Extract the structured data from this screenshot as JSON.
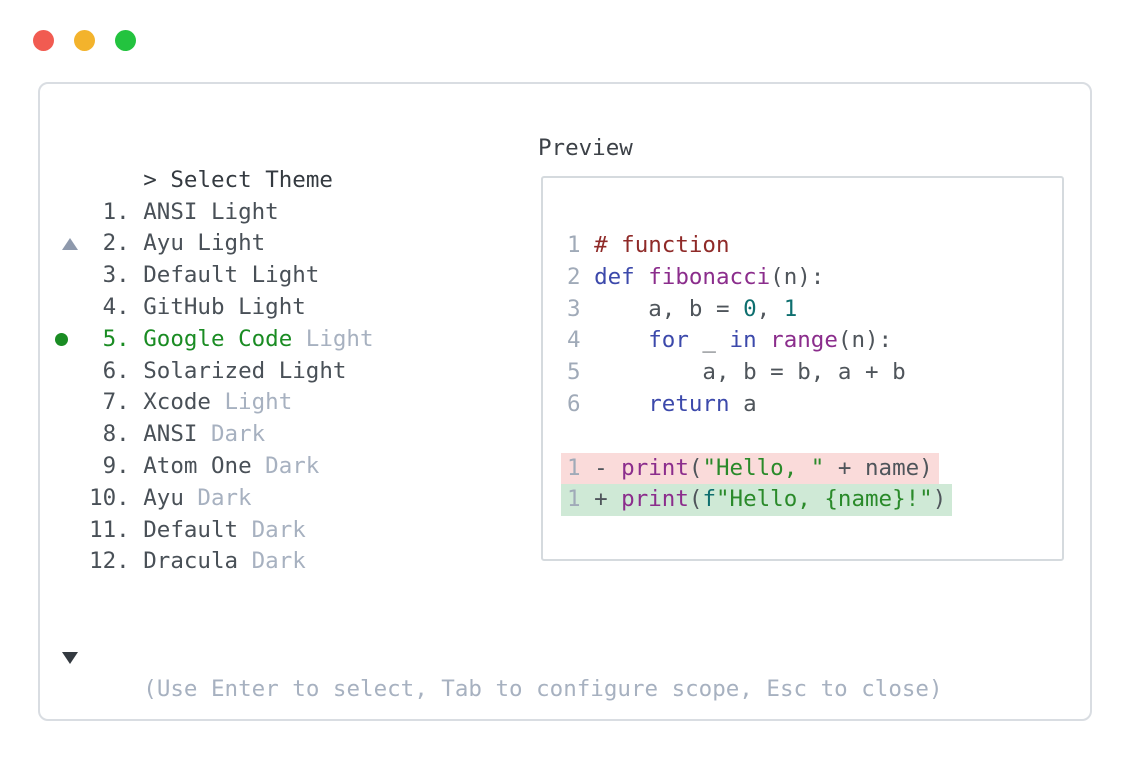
{
  "colors": {
    "traffic_red": "#f15b51",
    "traffic_yellow": "#f3b32c",
    "traffic_green": "#23c33f",
    "selected_green": "#1a8c23",
    "muted": "#a7b1c0",
    "comment": "#8f2a28",
    "keyword": "#3c49ab",
    "function": "#8b2d8c",
    "literal": "#0e6f6f",
    "string": "#2a8a2a",
    "removed_bg": "#fadbda",
    "added_bg": "#cfe9d6"
  },
  "window": {
    "traffic_lights": [
      {
        "name": "close",
        "color": "#f15b51"
      },
      {
        "name": "minimize",
        "color": "#f3b32c"
      },
      {
        "name": "zoom",
        "color": "#23c33f"
      }
    ]
  },
  "theme_selector": {
    "prompt": "> Select Theme",
    "scroll_up_icon": "triangle-up",
    "scroll_down_icon": "triangle-down",
    "items": [
      {
        "number": "1.",
        "label": "ANSI Light",
        "muted": "",
        "selected": false
      },
      {
        "number": "2.",
        "label": "Ayu Light",
        "muted": "",
        "selected": false
      },
      {
        "number": "3.",
        "label": "Default Light",
        "muted": "",
        "selected": false
      },
      {
        "number": "4.",
        "label": "GitHub Light",
        "muted": "",
        "selected": false
      },
      {
        "number": "5.",
        "label": "Google Code",
        "muted": "Light",
        "selected": true
      },
      {
        "number": "6.",
        "label": "Solarized Light",
        "muted": "",
        "selected": false
      },
      {
        "number": "7.",
        "label": "Xcode",
        "muted": "Light",
        "selected": false
      },
      {
        "number": "8.",
        "label": "ANSI",
        "muted": "Dark",
        "selected": false
      },
      {
        "number": "9.",
        "label": "Atom One",
        "muted": "Dark",
        "selected": false
      },
      {
        "number": "10.",
        "label": "Ayu",
        "muted": "Dark",
        "selected": false
      },
      {
        "number": "11.",
        "label": "Default",
        "muted": "Dark",
        "selected": false
      },
      {
        "number": "12.",
        "label": "Dracula",
        "muted": "Dark",
        "selected": false
      }
    ],
    "hint": "(Use Enter to select, Tab to configure scope, Esc to close)"
  },
  "preview": {
    "title": "Preview",
    "code_lines": [
      {
        "num": "1",
        "diff": "",
        "tokens": [
          {
            "text": "# function",
            "style": "comment"
          }
        ]
      },
      {
        "num": "2",
        "diff": "",
        "tokens": [
          {
            "text": "def",
            "style": "keyword"
          },
          {
            "text": " ",
            "style": "plain"
          },
          {
            "text": "fibonacci",
            "style": "function"
          },
          {
            "text": "(n):",
            "style": "plain"
          }
        ]
      },
      {
        "num": "3",
        "diff": "",
        "tokens": [
          {
            "text": "    a, b = ",
            "style": "plain"
          },
          {
            "text": "0",
            "style": "literal"
          },
          {
            "text": ", ",
            "style": "plain"
          },
          {
            "text": "1",
            "style": "literal"
          }
        ]
      },
      {
        "num": "4",
        "diff": "",
        "tokens": [
          {
            "text": "    ",
            "style": "plain"
          },
          {
            "text": "for",
            "style": "keyword"
          },
          {
            "text": " _ ",
            "style": "plain"
          },
          {
            "text": "in",
            "style": "keyword"
          },
          {
            "text": " ",
            "style": "plain"
          },
          {
            "text": "range",
            "style": "function"
          },
          {
            "text": "(n):",
            "style": "plain"
          }
        ]
      },
      {
        "num": "5",
        "diff": "",
        "tokens": [
          {
            "text": "        a, b = b, a + b",
            "style": "plain"
          }
        ]
      },
      {
        "num": "6",
        "diff": "",
        "tokens": [
          {
            "text": "    ",
            "style": "plain"
          },
          {
            "text": "return",
            "style": "keyword"
          },
          {
            "text": " a",
            "style": "plain"
          }
        ]
      },
      {
        "num": "",
        "diff": "",
        "tokens": []
      },
      {
        "num": "1",
        "diff": "removed",
        "tokens": [
          {
            "text": "- ",
            "style": "plain"
          },
          {
            "text": "print",
            "style": "function"
          },
          {
            "text": "(",
            "style": "plain"
          },
          {
            "text": "\"Hello, \"",
            "style": "string"
          },
          {
            "text": " + name)",
            "style": "plain"
          }
        ]
      },
      {
        "num": "1",
        "diff": "added",
        "tokens": [
          {
            "text": "+ ",
            "style": "plain"
          },
          {
            "text": "print",
            "style": "function"
          },
          {
            "text": "(",
            "style": "plain"
          },
          {
            "text": "f",
            "style": "literal"
          },
          {
            "text": "\"Hello, {name}!\"",
            "style": "string"
          },
          {
            "text": ")",
            "style": "plain"
          }
        ]
      }
    ]
  }
}
